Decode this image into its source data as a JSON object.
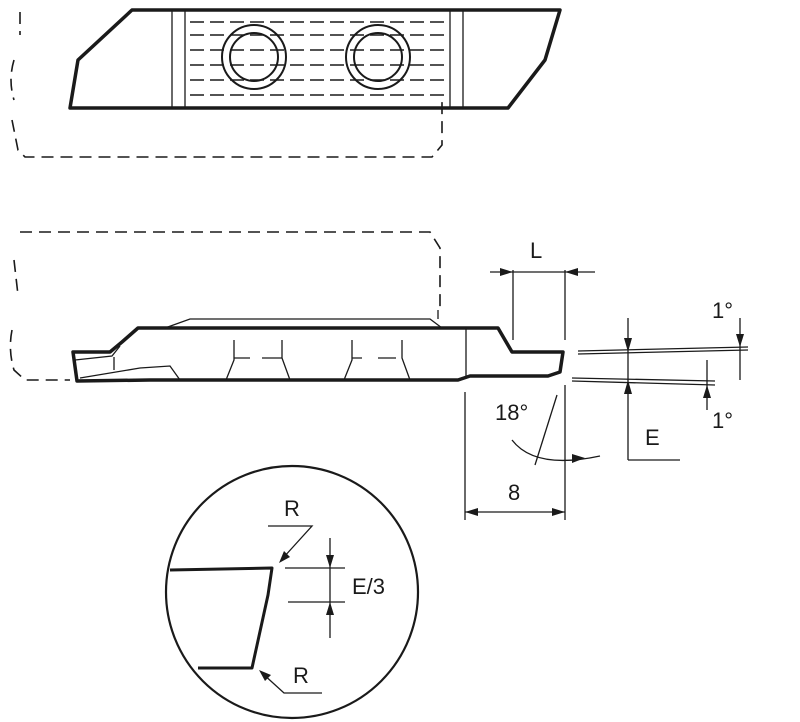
{
  "labels": {
    "L": "L",
    "angle_top": "1°",
    "angle_bottom": "1°",
    "E": "E",
    "angle_18": "18°",
    "width_8": "8",
    "R_top": "R",
    "E_third": "E/3",
    "R_bottom": "R"
  }
}
